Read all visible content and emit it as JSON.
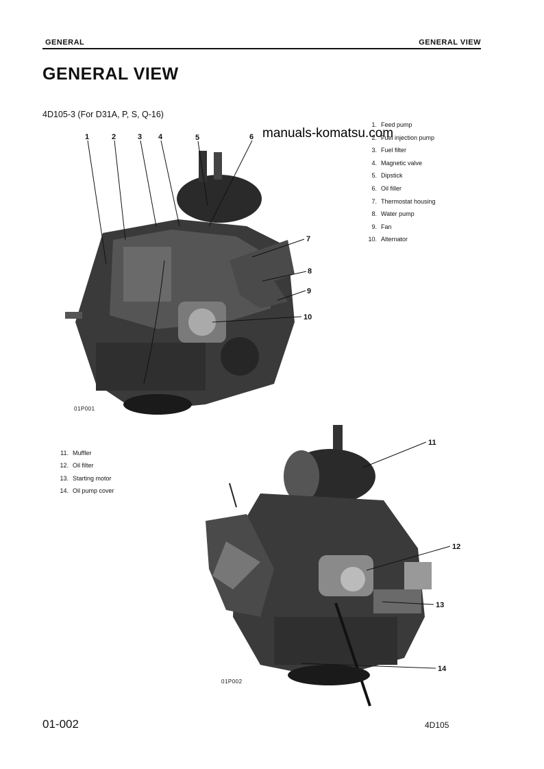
{
  "header": {
    "left": "GENERAL",
    "right": "GENERAL VIEW"
  },
  "title": "GENERAL VIEW",
  "subtitle": "4D105-3 (For D31A, P, S, Q-16)",
  "watermark": "manuals-komatsu.com",
  "legend_top": [
    {
      "num": "1.",
      "label": "Feed pump"
    },
    {
      "num": "2.",
      "label": "Fuel injection pump"
    },
    {
      "num": "3.",
      "label": "Fuel filter"
    },
    {
      "num": "4.",
      "label": "Magnetic valve"
    },
    {
      "num": "5.",
      "label": "Dipstick"
    },
    {
      "num": "6.",
      "label": "Oil filler"
    },
    {
      "num": "7.",
      "label": "Thermostat housing"
    },
    {
      "num": "8.",
      "label": "Water pump"
    },
    {
      "num": "9.",
      "label": "Fan"
    },
    {
      "num": "10.",
      "label": "Alternator"
    }
  ],
  "legend_bottom": [
    {
      "num": "11.",
      "label": "Muffler"
    },
    {
      "num": "12.",
      "label": "Oil filter"
    },
    {
      "num": "13.",
      "label": "Starting motor"
    },
    {
      "num": "14.",
      "label": "Oil pump cover"
    }
  ],
  "figure1": {
    "code": "01P001",
    "callouts": [
      "1",
      "2",
      "3",
      "4",
      "5",
      "6",
      "7",
      "8",
      "9",
      "10"
    ]
  },
  "figure2": {
    "code": "01P002",
    "callouts": [
      "11",
      "12",
      "13",
      "14"
    ]
  },
  "footer": {
    "page": "01-002",
    "model": "4D105"
  }
}
